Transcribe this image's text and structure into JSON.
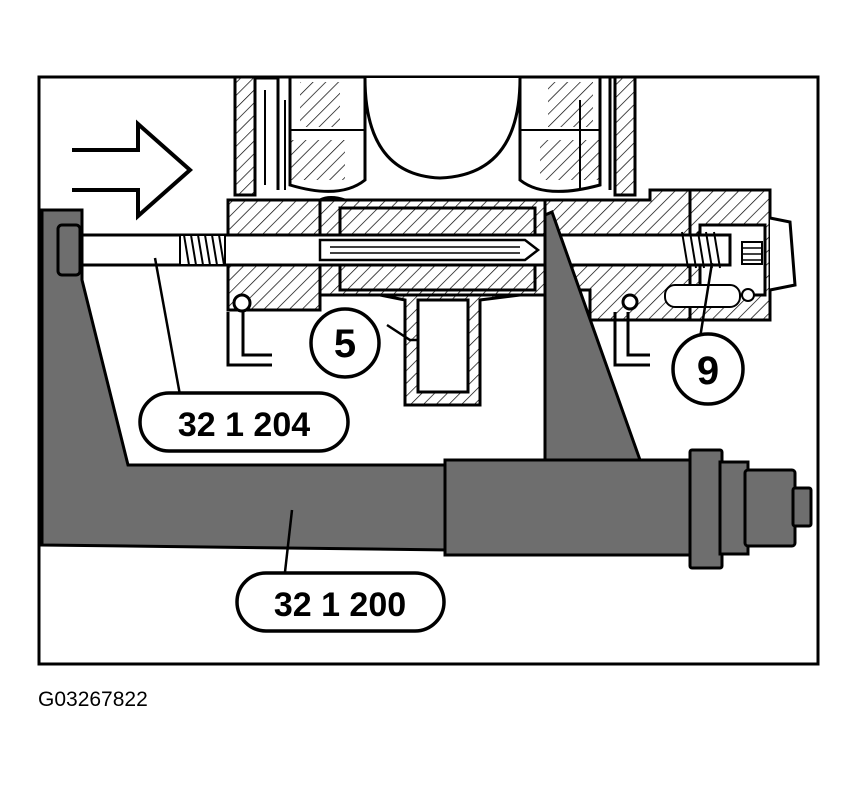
{
  "callouts": {
    "part_5": "5",
    "part_9": "9",
    "tool_32_1_204": "32 1 204",
    "tool_32_1_200": "32 1 200"
  },
  "figure_code": "G03267822",
  "colors": {
    "tool_fill": "#6e6e6e",
    "line": "#000000",
    "background": "#ffffff"
  }
}
